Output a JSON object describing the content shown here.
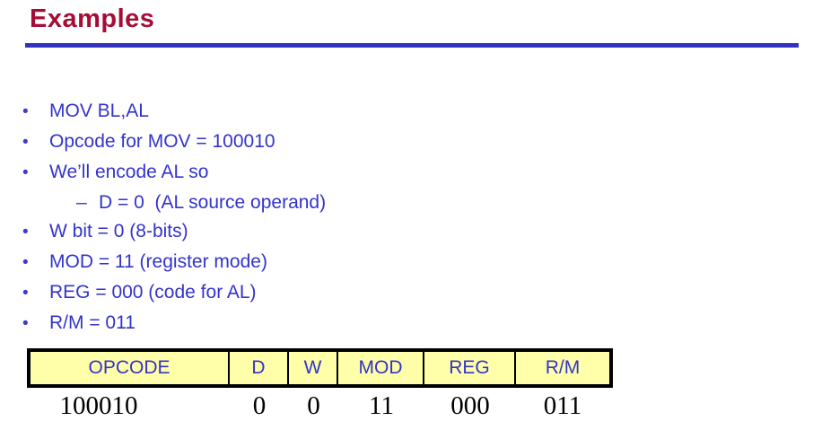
{
  "slide": {
    "title": "Examples",
    "colors": {
      "title": "#A50D36",
      "rule": "#3432BE",
      "body_text": "#3333CC",
      "table_header_bg": "#FFFFA9",
      "table_header_text": "#3333CC",
      "table_border": "#000000",
      "value_text": "#000000"
    },
    "bullets": [
      {
        "marker": "•",
        "level": 1,
        "text": "MOV BL,AL"
      },
      {
        "marker": "•",
        "level": 1,
        "text": "Opcode for MOV = 100010"
      },
      {
        "marker": "•",
        "level": 1,
        "text": "We’ll encode AL so"
      },
      {
        "marker": "–",
        "level": 2,
        "text": "D = 0  (AL source operand)"
      },
      {
        "marker": "•",
        "level": 1,
        "text": "W bit = 0 (8-bits)"
      },
      {
        "marker": "•",
        "level": 1,
        "text": "MOD = 11 (register mode)"
      },
      {
        "marker": "•",
        "level": 1,
        "text": "REG = 000 (code for AL)"
      },
      {
        "marker": "•",
        "level": 1,
        "text": "R/M = 011"
      }
    ],
    "table": {
      "headers": [
        "OPCODE",
        "D",
        "W",
        "MOD",
        "REG",
        "R/M"
      ],
      "values": [
        "100010",
        "0",
        "0",
        "11",
        "000",
        "011"
      ]
    }
  }
}
